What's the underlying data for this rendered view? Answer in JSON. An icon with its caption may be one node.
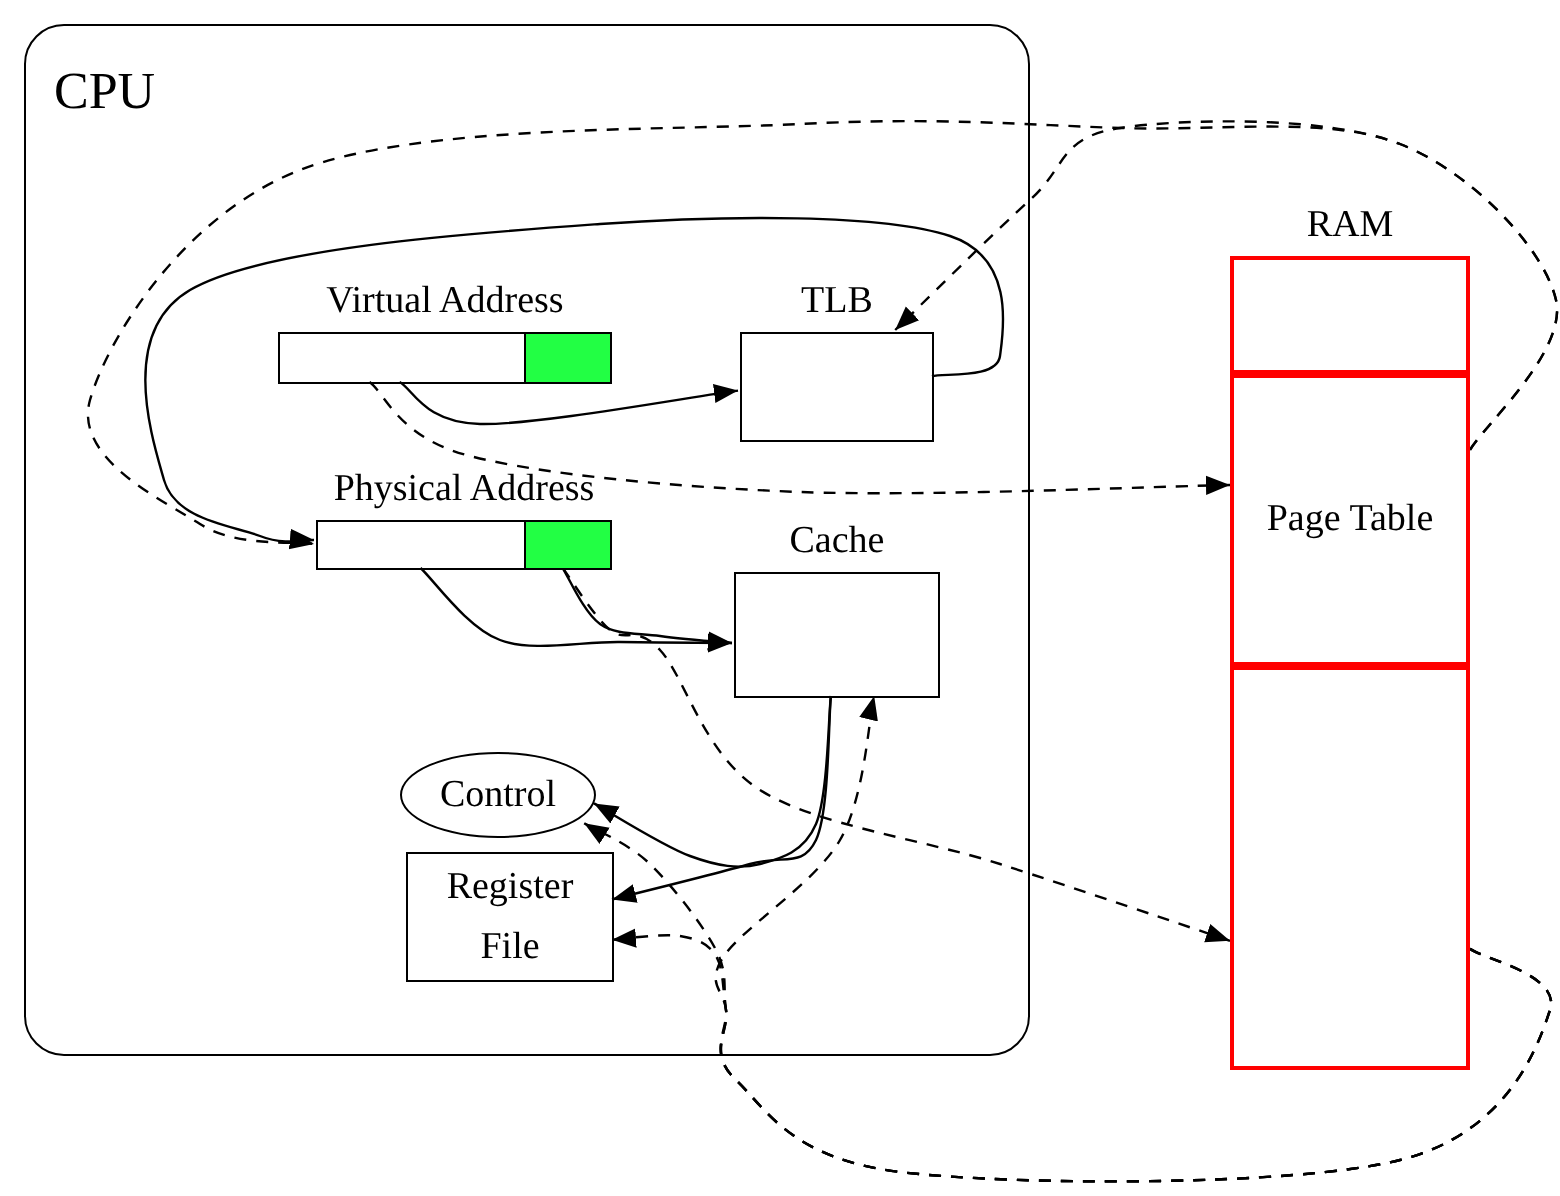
{
  "diagram": {
    "nodes": [
      {
        "text": [
          "CPU"
        ]
      },
      {
        "text": [
          "Virtual Address"
        ],
        "in": 0
      },
      {
        "text": [
          "TLB"
        ],
        "in": 0
      },
      {
        "text": [
          "Physical Address"
        ],
        "in": 0
      },
      {
        "text": [
          "Cache"
        ],
        "in": 0
      },
      {
        "text": [
          "Control"
        ],
        "in": 0
      },
      {
        "text": [
          "Register File"
        ],
        "in": 0
      },
      {
        "text": [
          "RAM"
        ]
      },
      {
        "text": [],
        "shape": "box",
        "in": 7
      },
      {
        "text": [
          "Page Table"
        ],
        "in": 7
      },
      {
        "text": [],
        "shape": "box",
        "in": 7
      }
    ],
    "edges": [
      {
        "from": 1,
        "to": 2,
        "arrow": "to"
      },
      {
        "from": 1,
        "to": 9,
        "arrow": "to",
        "style": "dashed"
      },
      {
        "from": 2,
        "to": 3,
        "arrow": "to"
      },
      {
        "from": 9,
        "to": 2,
        "arrow": "to",
        "style": "dashed"
      },
      {
        "from": 9,
        "to": 3,
        "arrow": "to",
        "style": "dashed"
      },
      {
        "from": 3,
        "to": 4,
        "arrow": "to"
      },
      {
        "from": 3,
        "to": 4,
        "arrow": "to"
      },
      {
        "from": 3,
        "to": 10,
        "arrow": "to",
        "style": "dashed"
      },
      {
        "from": 4,
        "to": 5,
        "arrow": "to"
      },
      {
        "from": 4,
        "to": 6,
        "arrow": "to"
      },
      {
        "from": 10,
        "to": 4,
        "arrow": "to",
        "style": "dashed"
      },
      {
        "from": 10,
        "to": 5,
        "arrow": "to",
        "style": "dashed"
      },
      {
        "from": 10,
        "to": 6,
        "arrow": "to",
        "style": "dashed"
      }
    ]
  }
}
